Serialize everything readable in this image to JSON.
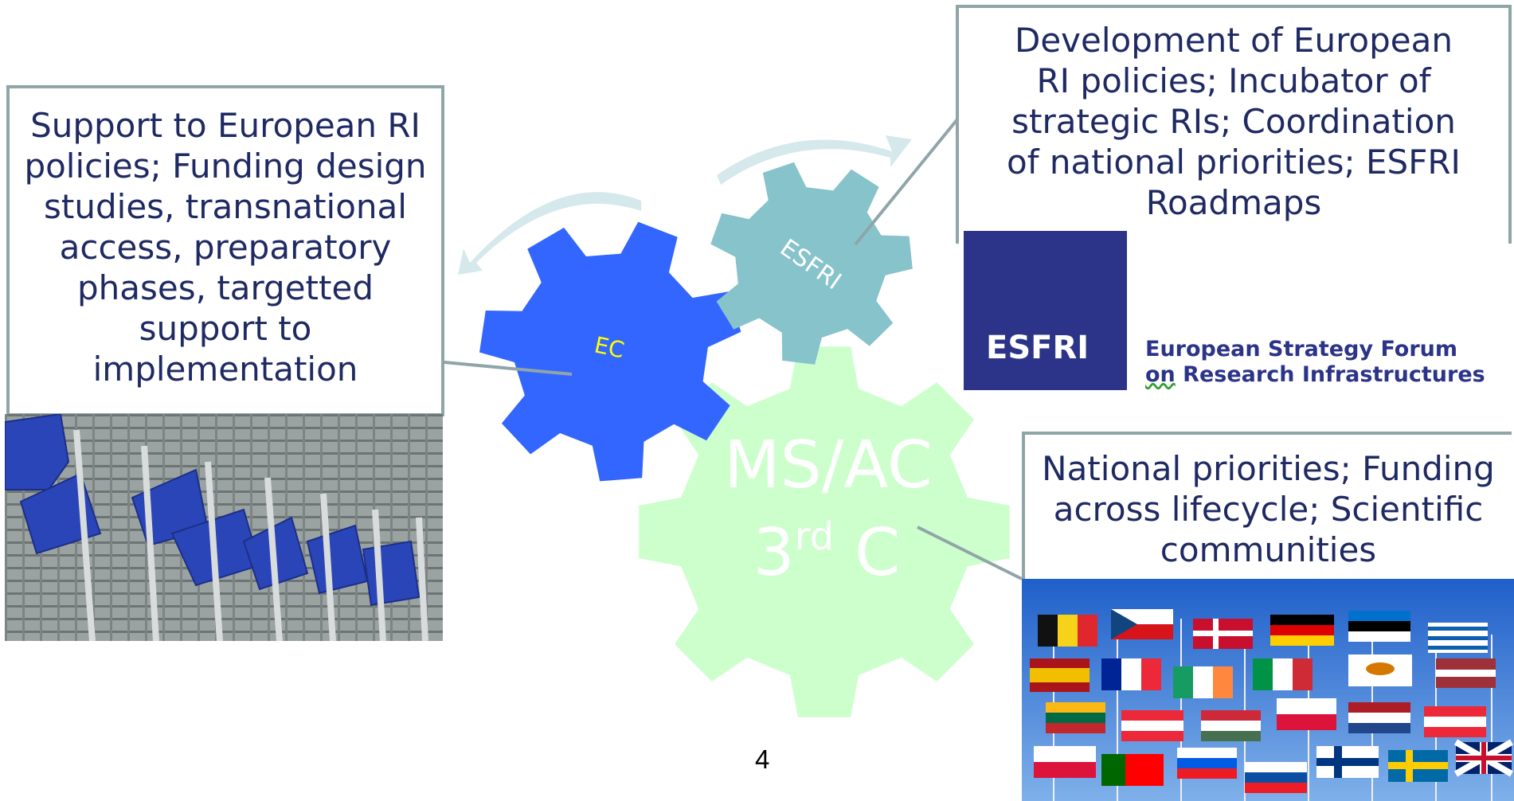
{
  "diagram": {
    "gears": [
      {
        "id": "ec",
        "label": "EC",
        "color": "#3366ff",
        "text_color": "#ffff00"
      },
      {
        "id": "esfri",
        "label": "ESFRI",
        "color": "#87c3cb",
        "text_color": "#ffffff"
      },
      {
        "id": "ms",
        "label_line1": "MS/AC",
        "label_line2_main": "3",
        "label_line2_sup": "rd",
        "label_line2_end": " C",
        "color": "#ccffcc",
        "text_color": "#ffffff"
      }
    ],
    "arrow_color": "#d5e9ec",
    "connector_color": "#8fa5a8"
  },
  "callouts": {
    "left": [
      "Support to European RI",
      "policies; Funding design",
      "studies, transnational",
      "access, preparatory",
      "phases, targetted",
      "support to",
      "implementation"
    ],
    "right": [
      "Development of European",
      "RI policies; Incubator of",
      "strategic RIs; Coordination",
      "of national priorities; ESFRI",
      "Roadmaps"
    ],
    "bottom": [
      "National priorities; Funding",
      "across lifecycle; Scientific",
      "communities"
    ]
  },
  "esfri_logo": {
    "acronym": "ESFRI",
    "line1": "European Strategy Forum",
    "line2_word": "on",
    "line2_rest": " Research Infrastructures",
    "color": "#2b3488"
  },
  "page_number": "4"
}
